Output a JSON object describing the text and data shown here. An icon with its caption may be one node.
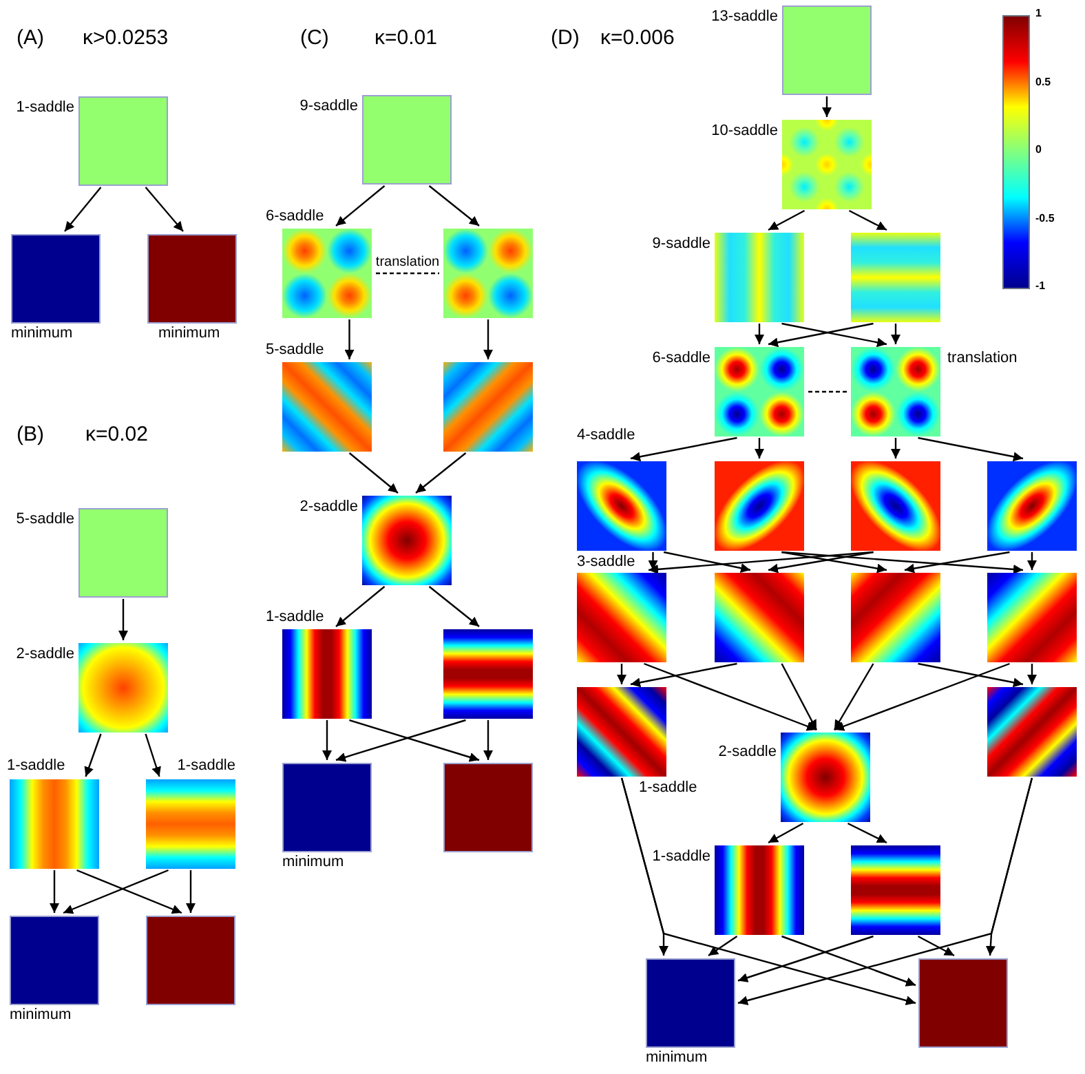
{
  "diagram": {
    "nodes": [
      {
        "text": [],
        "shape": "box",
        "beside": [
          "1-saddle"
        ]
      },
      {
        "text": [],
        "shape": "box",
        "beside": [
          "minimum"
        ]
      },
      {
        "text": [],
        "shape": "box",
        "beside": [
          "minimum"
        ]
      },
      {
        "text": [],
        "shape": "box",
        "beside": [
          "5-saddle"
        ]
      },
      {
        "text": [],
        "shape": "picture",
        "beside": [
          "2-saddle"
        ]
      },
      {
        "text": [],
        "shape": "picture",
        "beside": [
          "1-saddle"
        ]
      },
      {
        "text": [],
        "shape": "picture",
        "beside": [
          "1-saddle"
        ]
      },
      {
        "text": [],
        "shape": "box",
        "beside": [
          "minimum"
        ]
      },
      {
        "text": [],
        "shape": "box"
      },
      {
        "text": [],
        "shape": "box",
        "beside": [
          "9-saddle"
        ]
      },
      {
        "text": [],
        "shape": "picture",
        "beside": [
          "6-saddle"
        ]
      },
      {
        "text": [],
        "shape": "picture"
      },
      {
        "text": [],
        "shape": "picture",
        "beside": [
          "5-saddle"
        ]
      },
      {
        "text": [],
        "shape": "picture"
      },
      {
        "text": [],
        "shape": "picture",
        "beside": [
          "2-saddle"
        ]
      },
      {
        "text": [],
        "shape": "picture",
        "beside": [
          "1-saddle"
        ]
      },
      {
        "text": [],
        "shape": "picture"
      },
      {
        "text": [],
        "shape": "box",
        "beside": [
          "minimum"
        ]
      },
      {
        "text": [],
        "shape": "box"
      },
      {
        "text": [],
        "shape": "box",
        "beside": [
          "13-saddle"
        ]
      },
      {
        "text": [],
        "shape": "picture",
        "beside": [
          "10-saddle"
        ]
      },
      {
        "text": [],
        "shape": "picture",
        "beside": [
          "9-saddle"
        ]
      },
      {
        "text": [],
        "shape": "picture"
      },
      {
        "text": [],
        "shape": "picture",
        "beside": [
          "6-saddle"
        ]
      },
      {
        "text": [],
        "shape": "picture",
        "beside": [
          "translation"
        ]
      },
      {
        "text": [],
        "shape": "picture",
        "beside": [
          "4-saddle"
        ]
      },
      {
        "text": [],
        "shape": "picture"
      },
      {
        "text": [],
        "shape": "picture"
      },
      {
        "text": [],
        "shape": "picture"
      },
      {
        "text": [],
        "shape": "picture",
        "beside": [
          "3-saddle"
        ]
      },
      {
        "text": [],
        "shape": "picture"
      },
      {
        "text": [],
        "shape": "picture"
      },
      {
        "text": [],
        "shape": "picture"
      },
      {
        "text": [],
        "shape": "picture",
        "beside": [
          "1-saddle"
        ]
      },
      {
        "text": [],
        "shape": "picture"
      },
      {
        "text": [],
        "shape": "picture",
        "beside": [
          "2-saddle"
        ]
      },
      {
        "text": [],
        "shape": "picture",
        "beside": [
          "1-saddle"
        ]
      },
      {
        "text": [],
        "shape": "picture"
      },
      {
        "text": [],
        "shape": "box",
        "beside": [
          "minimum"
        ]
      },
      {
        "text": [],
        "shape": "box"
      }
    ],
    "edges": [
      {
        "from": 0,
        "to": 1,
        "arrow": "to"
      },
      {
        "from": 0,
        "to": 2,
        "arrow": "to"
      },
      {
        "from": 3,
        "to": 4,
        "arrow": "to"
      },
      {
        "from": 4,
        "to": 5,
        "arrow": "to"
      },
      {
        "from": 4,
        "to": 6,
        "arrow": "to"
      },
      {
        "from": 5,
        "to": 7,
        "arrow": "to"
      },
      {
        "from": 5,
        "to": 8,
        "arrow": "to"
      },
      {
        "from": 6,
        "to": 7,
        "arrow": "to"
      },
      {
        "from": 6,
        "to": 8,
        "arrow": "to"
      },
      {
        "from": 9,
        "to": 10,
        "arrow": "to"
      },
      {
        "from": 9,
        "to": 11,
        "arrow": "to"
      },
      {
        "from": 10,
        "to": 11,
        "arrow": "none",
        "style": "dashed",
        "label": "translation"
      },
      {
        "from": 10,
        "to": 12,
        "arrow": "to"
      },
      {
        "from": 11,
        "to": 13,
        "arrow": "to"
      },
      {
        "from": 12,
        "to": 14,
        "arrow": "to"
      },
      {
        "from": 13,
        "to": 14,
        "arrow": "to"
      },
      {
        "from": 14,
        "to": 15,
        "arrow": "to"
      },
      {
        "from": 14,
        "to": 16,
        "arrow": "to"
      },
      {
        "from": 15,
        "to": 17,
        "arrow": "to"
      },
      {
        "from": 15,
        "to": 18,
        "arrow": "to"
      },
      {
        "from": 16,
        "to": 17,
        "arrow": "to"
      },
      {
        "from": 16,
        "to": 18,
        "arrow": "to"
      },
      {
        "from": 19,
        "to": 20,
        "arrow": "to"
      },
      {
        "from": 20,
        "to": 21,
        "arrow": "to"
      },
      {
        "from": 20,
        "to": 22,
        "arrow": "to"
      },
      {
        "from": 21,
        "to": 23,
        "arrow": "to"
      },
      {
        "from": 21,
        "to": 24,
        "arrow": "to"
      },
      {
        "from": 22,
        "to": 23,
        "arrow": "to"
      },
      {
        "from": 22,
        "to": 24,
        "arrow": "to"
      },
      {
        "from": 23,
        "to": 24,
        "arrow": "none",
        "style": "dashed"
      },
      {
        "from": 23,
        "to": 25,
        "arrow": "to"
      },
      {
        "from": 23,
        "to": 26,
        "arrow": "to"
      },
      {
        "from": 24,
        "to": 27,
        "arrow": "to"
      },
      {
        "from": 24,
        "to": 28,
        "arrow": "to"
      },
      {
        "from": 25,
        "to": 29,
        "arrow": "to"
      },
      {
        "from": 25,
        "to": 30,
        "arrow": "to"
      },
      {
        "from": 26,
        "to": 31,
        "arrow": "to"
      },
      {
        "from": 26,
        "to": 32,
        "arrow": "to"
      },
      {
        "from": 27,
        "to": 29,
        "arrow": "to"
      },
      {
        "from": 27,
        "to": 30,
        "arrow": "to"
      },
      {
        "from": 28,
        "to": 31,
        "arrow": "to"
      },
      {
        "from": 28,
        "to": 32,
        "arrow": "to"
      },
      {
        "from": 29,
        "to": 33,
        "arrow": "to"
      },
      {
        "from": 29,
        "to": 35,
        "arrow": "to"
      },
      {
        "from": 30,
        "to": 33,
        "arrow": "to"
      },
      {
        "from": 30,
        "to": 35,
        "arrow": "to"
      },
      {
        "from": 31,
        "to": 35,
        "arrow": "to"
      },
      {
        "from": 31,
        "to": 34,
        "arrow": "to"
      },
      {
        "from": 32,
        "to": 35,
        "arrow": "to"
      },
      {
        "from": 32,
        "to": 34,
        "arrow": "to"
      },
      {
        "from": 35,
        "to": 36,
        "arrow": "to"
      },
      {
        "from": 35,
        "to": 37,
        "arrow": "to"
      },
      {
        "from": 33,
        "to": 38,
        "arrow": "to"
      },
      {
        "from": 33,
        "to": 39,
        "arrow": "to"
      },
      {
        "from": 34,
        "to": 39,
        "arrow": "to"
      },
      {
        "from": 34,
        "to": 38,
        "arrow": "to"
      },
      {
        "from": 36,
        "to": 38,
        "arrow": "to"
      },
      {
        "from": 36,
        "to": 39,
        "arrow": "to"
      },
      {
        "from": 37,
        "to": 38,
        "arrow": "to"
      },
      {
        "from": 37,
        "to": 39,
        "arrow": "to"
      }
    ],
    "labels": [
      "(A)",
      "κ>0.0253",
      "(B)",
      "κ=0.02",
      "(C)",
      "κ=0.01",
      "(D)",
      "κ=0.006",
      "1",
      "0.5",
      "0",
      "-0.5",
      "-1"
    ]
  }
}
